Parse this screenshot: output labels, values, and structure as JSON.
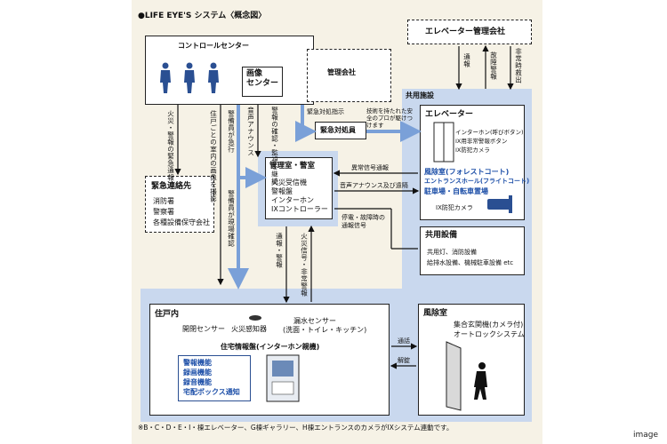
{
  "title": "●LIFE EYE'S システム〈概念図〉",
  "control_center": {
    "label": "コントロールセンター",
    "image_center": "画像\nセンター"
  },
  "management_company": "管理会社",
  "elevator_company": "エレベーター管理会社",
  "emergency_responder": "緊急対処員",
  "emergency_contacts": {
    "title": "緊急連絡先",
    "items": [
      "消防署",
      "警察署",
      "各種設備保守会社"
    ]
  },
  "management_room": {
    "title": "管理室・警室",
    "items": [
      "火災受信機",
      "警報盤",
      "インターホン",
      "IXコントローラー"
    ]
  },
  "shared_facility": {
    "label": "共用施設"
  },
  "elevator": {
    "title": "エレベーター",
    "items": [
      "インターホン(呼びボタン)",
      "IX用非常警報ボタン",
      "IX防犯カメラ"
    ]
  },
  "common_areas": {
    "items": [
      "風除室(フォレストコート)",
      "エントランスホール(フライトコート)",
      "駐車場・自転車置場"
    ],
    "camera": "IX防犯カメラ"
  },
  "common_equipment": {
    "title": "共用設備",
    "items": [
      "共用灯、消防設備",
      "給排水設備、機械駐車設備 etc"
    ]
  },
  "residence": {
    "title": "住戸内",
    "door_sensor": "開閉センサー",
    "fire_detector": "火災感知器",
    "leak_sensor": "漏水センサー",
    "leak_sensor_sub": "(洗面・トイレ・キッチン)",
    "intercom_panel": "住宅情報盤(インターホン親機)",
    "functions": [
      "警報機能",
      "録画機能",
      "録音機能",
      "宅配ボックス通知"
    ]
  },
  "vestibule": {
    "title": "風除室",
    "items": [
      "集合玄関機(カメラ付)",
      "オートロックシステム"
    ]
  },
  "labels": {
    "fire_notify": "火災・警報の緊急通報",
    "residence_image": "住戸ごとの室内の画像を撮影",
    "guard_dispatch": "警備員が急行",
    "site_check": "警備員が現場確認",
    "voice_announce": "音声アナウンス",
    "alarm_confirm": "警報の確認・監視を継続",
    "dispatch_order": "緊急対処指示",
    "trained_pro": "技術を持たれた安全のプロが駆けつけます",
    "notify": "通報",
    "fault_alarm": "故障警報",
    "emergency_rescue": "非常時救出",
    "abnormal_signal": "異常信号通報",
    "announce_control": "音声アナウンス及び遠隔",
    "stop_fault": "停電・故障時の通報信号",
    "comm_alarm": "通報・警報",
    "fire_alarm": "火災信号・非常警報",
    "call": "通話",
    "unlock": "解錠"
  },
  "footnote": "※B・C・D・E・I・棟エレベーター、G棟ギャラリー、H棟エントランスのカメラがIXシステム連動です。",
  "watermark": "image"
}
